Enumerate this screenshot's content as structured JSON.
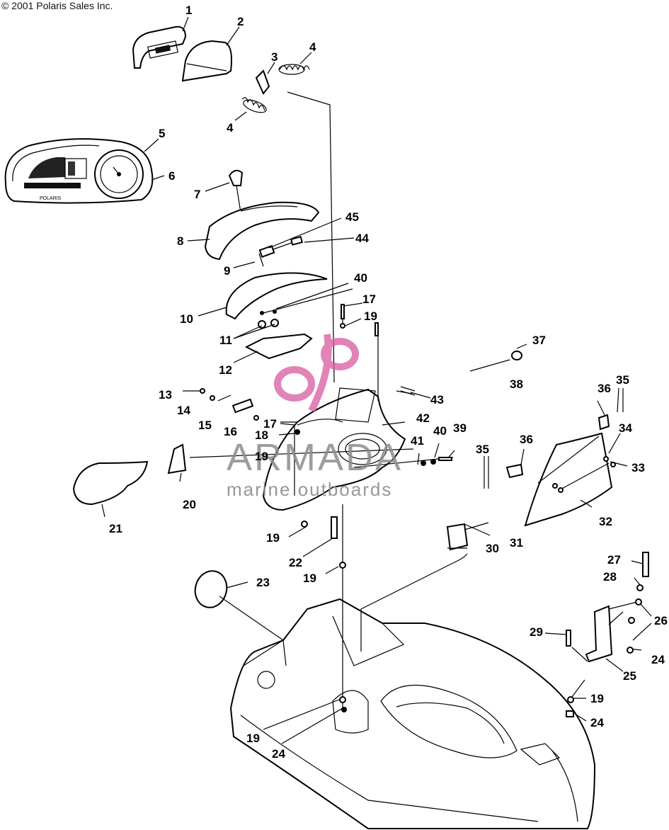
{
  "copyright": "© 2001 Polaris Sales Inc.",
  "watermark": {
    "brand": "ARMADA",
    "tagline": "marine outboards",
    "accent_color": "#d95aa0",
    "text_color": "#8d8d8d"
  },
  "gauge_logo": "POLARIS",
  "callouts": [
    {
      "id": "c1",
      "text": "1"
    },
    {
      "id": "c2",
      "text": "2"
    },
    {
      "id": "c3",
      "text": "3"
    },
    {
      "id": "c4a",
      "text": "4"
    },
    {
      "id": "c4b",
      "text": "4"
    },
    {
      "id": "c5",
      "text": "5"
    },
    {
      "id": "c6",
      "text": "6"
    },
    {
      "id": "c7",
      "text": "7"
    },
    {
      "id": "c8",
      "text": "8"
    },
    {
      "id": "c9",
      "text": "9"
    },
    {
      "id": "c10",
      "text": "10"
    },
    {
      "id": "c11",
      "text": "11"
    },
    {
      "id": "c12",
      "text": "12"
    },
    {
      "id": "c13",
      "text": "13"
    },
    {
      "id": "c14",
      "text": "14"
    },
    {
      "id": "c15",
      "text": "15"
    },
    {
      "id": "c16",
      "text": "16"
    },
    {
      "id": "c17a",
      "text": "17"
    },
    {
      "id": "c17b",
      "text": "17"
    },
    {
      "id": "c18",
      "text": "18"
    },
    {
      "id": "c19a",
      "text": "19"
    },
    {
      "id": "c19b",
      "text": "19"
    },
    {
      "id": "c19c",
      "text": "19"
    },
    {
      "id": "c19d",
      "text": "19"
    },
    {
      "id": "c19e",
      "text": "19"
    },
    {
      "id": "c19f",
      "text": "19"
    },
    {
      "id": "c20",
      "text": "20"
    },
    {
      "id": "c21",
      "text": "21"
    },
    {
      "id": "c22",
      "text": "22"
    },
    {
      "id": "c23",
      "text": "23"
    },
    {
      "id": "c24a",
      "text": "24"
    },
    {
      "id": "c24b",
      "text": "24"
    },
    {
      "id": "c24c",
      "text": "24"
    },
    {
      "id": "c25",
      "text": "25"
    },
    {
      "id": "c26",
      "text": "26"
    },
    {
      "id": "c27",
      "text": "27"
    },
    {
      "id": "c28",
      "text": "28"
    },
    {
      "id": "c29",
      "text": "29"
    },
    {
      "id": "c30",
      "text": "30"
    },
    {
      "id": "c31",
      "text": "31"
    },
    {
      "id": "c32",
      "text": "32"
    },
    {
      "id": "c33",
      "text": "33"
    },
    {
      "id": "c34",
      "text": "34"
    },
    {
      "id": "c35a",
      "text": "35"
    },
    {
      "id": "c35b",
      "text": "35"
    },
    {
      "id": "c36a",
      "text": "36"
    },
    {
      "id": "c36b",
      "text": "36"
    },
    {
      "id": "c37",
      "text": "37"
    },
    {
      "id": "c38",
      "text": "38"
    },
    {
      "id": "c39",
      "text": "39"
    },
    {
      "id": "c40a",
      "text": "40"
    },
    {
      "id": "c40b",
      "text": "40"
    },
    {
      "id": "c41",
      "text": "41"
    },
    {
      "id": "c42",
      "text": "42"
    },
    {
      "id": "c43",
      "text": "43"
    },
    {
      "id": "c44",
      "text": "44"
    },
    {
      "id": "c45",
      "text": "45"
    }
  ]
}
